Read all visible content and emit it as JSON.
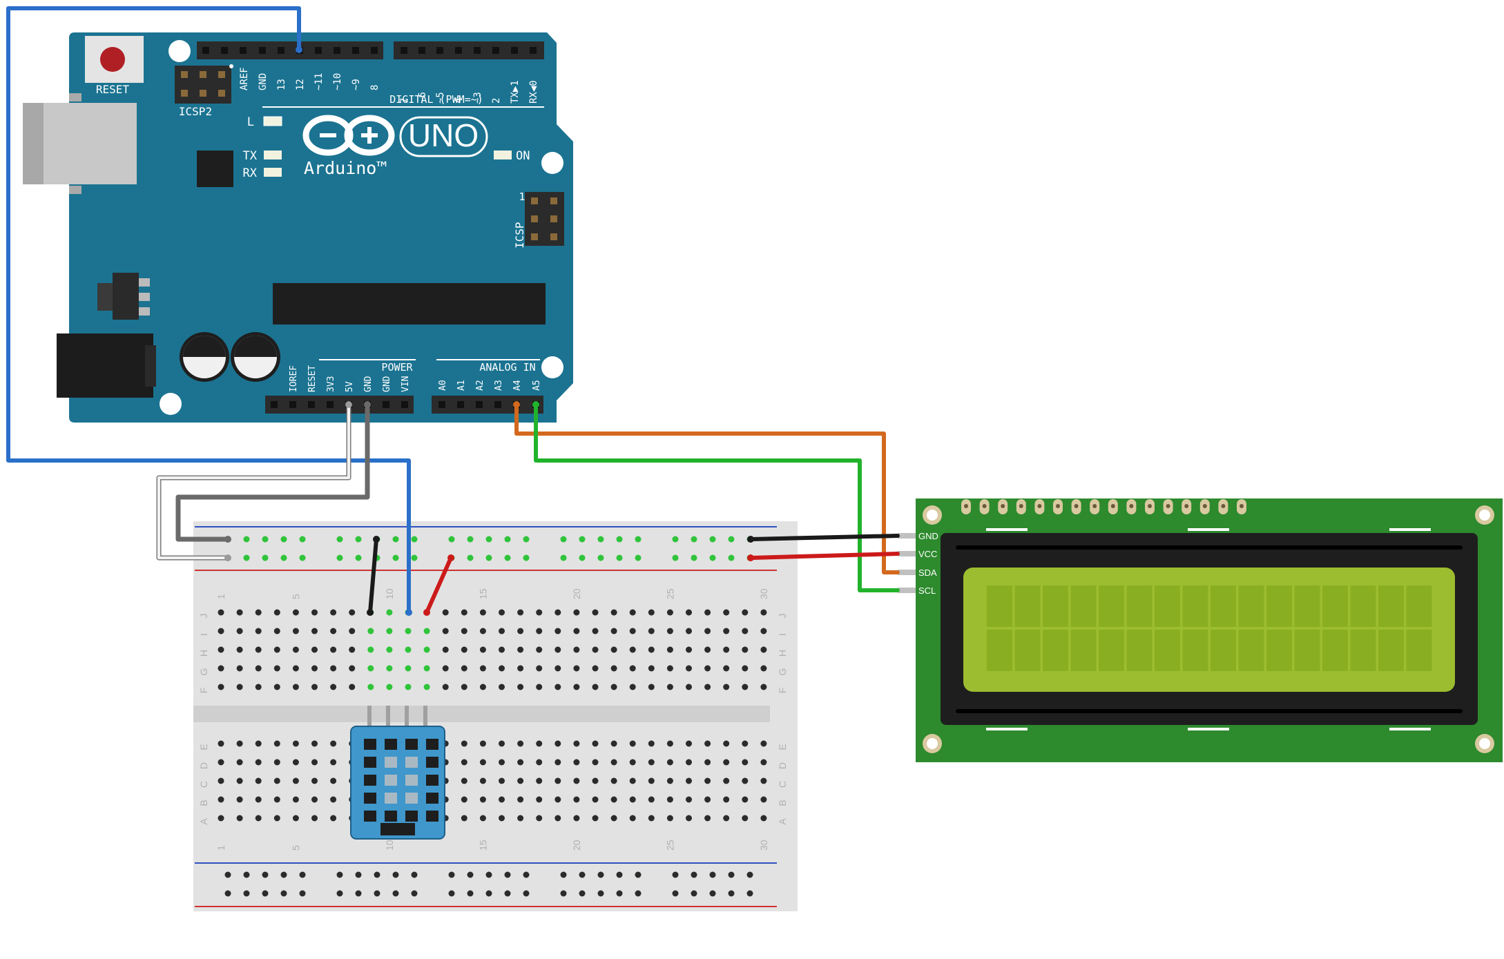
{
  "arduino": {
    "reset_label": "RESET",
    "icsp2_label": "ICSP2",
    "icsp_label": "ICSP",
    "icsp_pin1_label": "1",
    "digital_label": "DIGITAL (PWM=~)",
    "digital_pins_left": [
      "AREF",
      "GND",
      "13",
      "12",
      "~11",
      "~10",
      "~9",
      "8"
    ],
    "digital_pins_right": [
      "7",
      "~6",
      "~5",
      "4",
      "~3",
      "2",
      "TX▶1",
      "RX◀0"
    ],
    "led_l": "L",
    "led_tx": "TX",
    "led_rx": "RX",
    "led_on": "ON",
    "logo_uno": "UNO",
    "logo_arduino": "Arduino™",
    "power_label": "POWER",
    "power_pins": [
      "IOREF",
      "RESET",
      "3V3",
      "5V",
      "GND",
      "GND",
      "VIN"
    ],
    "analog_label": "ANALOG IN",
    "analog_pins": [
      "A0",
      "A1",
      "A2",
      "A3",
      "A4",
      "A5"
    ]
  },
  "breadboard": {
    "column_numbers": [
      "1",
      "5",
      "10",
      "15",
      "20",
      "25",
      "30"
    ],
    "rows_top": [
      "J",
      "I",
      "H",
      "G",
      "F"
    ],
    "rows_bottom": [
      "E",
      "D",
      "C",
      "B",
      "A"
    ]
  },
  "lcd": {
    "pins": [
      "GND",
      "VCC",
      "SDA",
      "SCL"
    ]
  },
  "colors": {
    "arduino_board": "#1b7391",
    "header_black": "#2b2b2b",
    "wire_blue": "#2a6fc9",
    "wire_orange": "#d2691e",
    "wire_green": "#22b32c",
    "wire_black": "#1a1a1a",
    "wire_red": "#cc1a1a",
    "wire_white": "#e6e6e6",
    "wire_gray": "#6a6a6a",
    "lcd_pcb": "#2d8a2d",
    "lcd_screen": "#9cbd2f",
    "sensor_blue": "#3f97cc",
    "breadboard": "#e2e2e2"
  }
}
